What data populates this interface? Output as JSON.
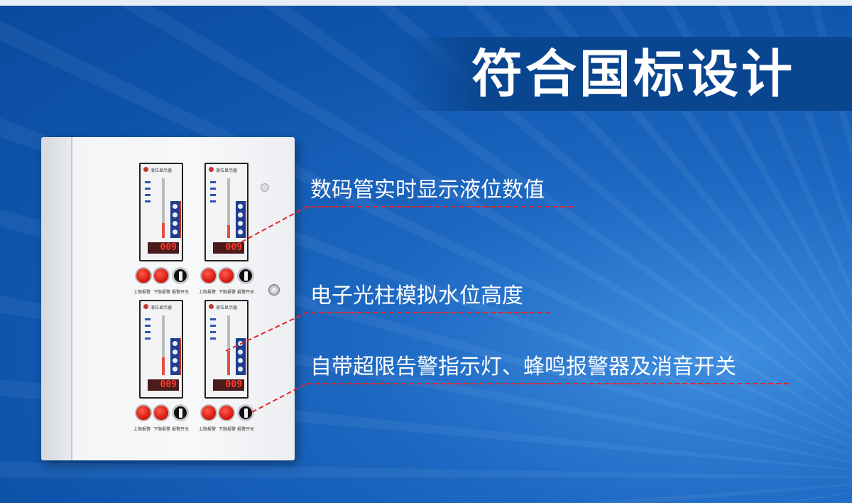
{
  "title": "符合国标设计",
  "features": [
    "数码管实时显示液位数值",
    "电子光柱模拟水位高度",
    "自带超限告警指示灯、蜂鸣报警器及消音开关"
  ],
  "display": {
    "name": "液位显示器",
    "reading": "009"
  },
  "button_labels": {
    "upper": "上限报警",
    "lower": "下限报警",
    "switch": "报警开关"
  },
  "colors": {
    "accent_line": "#e0262a",
    "background": "#1457b0",
    "title_band": "#0a4690"
  }
}
